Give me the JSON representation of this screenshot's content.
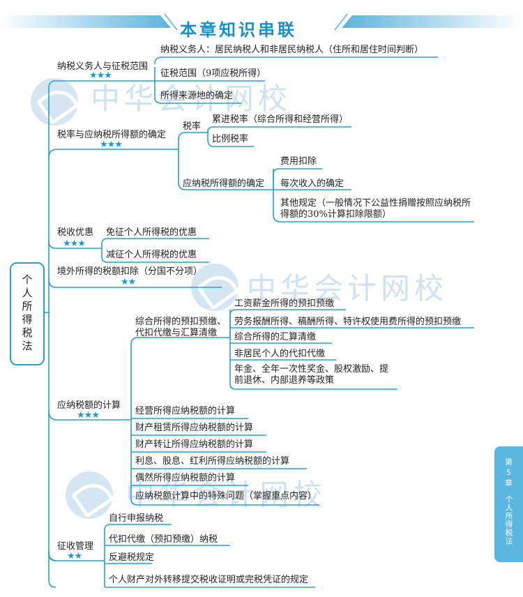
{
  "header": {
    "title": "本章知识串联"
  },
  "root": {
    "label": "个人所得税法"
  },
  "side_tab": {
    "chapter_prefix": "第",
    "chapter_number": "5",
    "chapter_suffix": "章",
    "title": "个人所得税法"
  },
  "watermark": {
    "text": "中华会计网校"
  },
  "colors": {
    "line": "#2aa0c8",
    "star": "#1a9bd0",
    "title": "#1a8fc2",
    "tab": "#5ab7e0",
    "watermark": "#cfe2f0"
  },
  "branches": [
    {
      "label": "纳税义务人与征税范围",
      "stars": "★★★",
      "children": [
        "纳税义务人：居民纳税人和非居民纳税人（住所和居住时间判断）",
        "征税范围（9项应税所得）",
        "所得来源地的确定"
      ]
    },
    {
      "label": "税率与应纳税所得额的确定",
      "stars": "★★★",
      "children": [
        {
          "label": "税率",
          "children": [
            "累进税率（综合所得和经营所得）",
            "比例税率"
          ]
        },
        {
          "label": "应纳税所得额的确定",
          "children": [
            "费用扣除",
            "每次收入的确定",
            "其他规定（一般情况下公益性捐赠按照应纳税所得额的30%计算扣除限额）"
          ]
        }
      ]
    },
    {
      "label": "税收优惠",
      "stars": "★★★",
      "children": [
        "免征个人所得税的优惠",
        "减征个人所得税的优惠"
      ]
    },
    {
      "label": "境外所得的税额扣除（分国不分项）",
      "stars": "★★",
      "children": []
    },
    {
      "label": "应纳税额的计算",
      "stars": "★★★",
      "children": [
        {
          "label": "综合所得的预扣预缴、代扣代缴与汇算清缴",
          "children": [
            "工资薪金所得的预扣预缴",
            "劳务报酬所得、稿酬所得、特许权使用费所得的预扣预缴",
            "综合所得的汇算清缴",
            "非居民个人的代扣代缴",
            "年金、全年一次性奖金、股权激励、提前退休、内部退养等政策"
          ]
        },
        "经营所得应纳税额的计算",
        "财产租赁所得应纳税额的计算",
        "财产转让所得应纳税额的计算",
        "利息、股息、红利所得应纳税额的计算",
        "偶然所得应纳税额的计算",
        "应纳税额计算中的特殊问题（掌握重点内容）"
      ]
    },
    {
      "label": "征收管理",
      "stars": "★★",
      "children": [
        "自行申报纳税",
        "代扣代缴（预扣预缴）纳税",
        "反避税规定",
        "个人财产对外转移提交税收证明或完税凭证的规定"
      ]
    }
  ]
}
